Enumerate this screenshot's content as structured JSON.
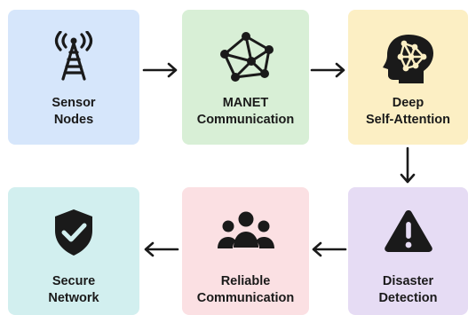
{
  "nodes": {
    "sensor": {
      "line1": "Sensor",
      "line2": "Nodes",
      "color": "#d6e6fb"
    },
    "manet": {
      "line1": "MANET",
      "line2": "Communication",
      "color": "#d8efd6"
    },
    "attention": {
      "line1": "Deep",
      "line2": "Self-Attention",
      "color": "#fcefc4"
    },
    "disaster": {
      "line1": "Disaster",
      "line2": "Detection",
      "color": "#e6dcf4"
    },
    "reliable": {
      "line1": "Reliable",
      "line2": "Communication",
      "color": "#fbe0e3"
    },
    "secure": {
      "line1": "Secure",
      "line2": "Network",
      "color": "#d2efef"
    }
  },
  "icons": {
    "sensor": "radio-tower-icon",
    "manet": "network-graph-icon",
    "attention": "brain-head-icon",
    "disaster": "warning-icon",
    "reliable": "people-group-icon",
    "secure": "shield-check-icon"
  }
}
